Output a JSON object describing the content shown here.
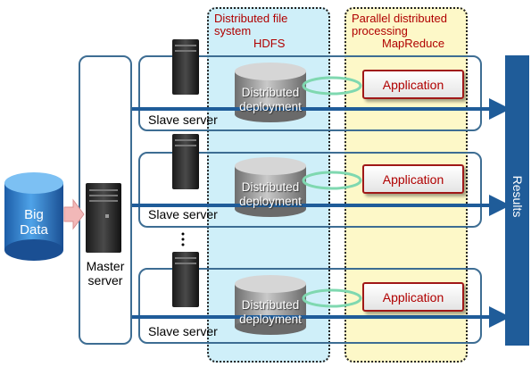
{
  "zones": {
    "hdfs_title_line1": "Distributed file",
    "hdfs_title_line2": "system",
    "hdfs_title_line3": "HDFS",
    "mapreduce_title_line1": "Parallel distributed",
    "mapreduce_title_line2": "processing",
    "mapreduce_title_line3": "MapReduce"
  },
  "big_data": {
    "line1": "Big",
    "line2": "Data"
  },
  "master": {
    "line1": "Master",
    "line2": "server"
  },
  "slaves": [
    {
      "label": "Slave server",
      "storage_line1": "Distributed",
      "storage_line2": "deployment",
      "app": "Application"
    },
    {
      "label": "Slave server",
      "storage_line1": "Distributed",
      "storage_line2": "deployment",
      "app": "Application"
    },
    {
      "label": "Slave server",
      "storage_line1": "Distributed",
      "storage_line2": "deployment",
      "app": "Application"
    }
  ],
  "results": {
    "label": "Results"
  },
  "colors": {
    "hdfs_bg": "#cfeff9",
    "mapreduce_bg": "#fdf8c8",
    "panel_border": "#3d6d93",
    "arrow": "#1f5c99",
    "title_red": "#b00000"
  }
}
